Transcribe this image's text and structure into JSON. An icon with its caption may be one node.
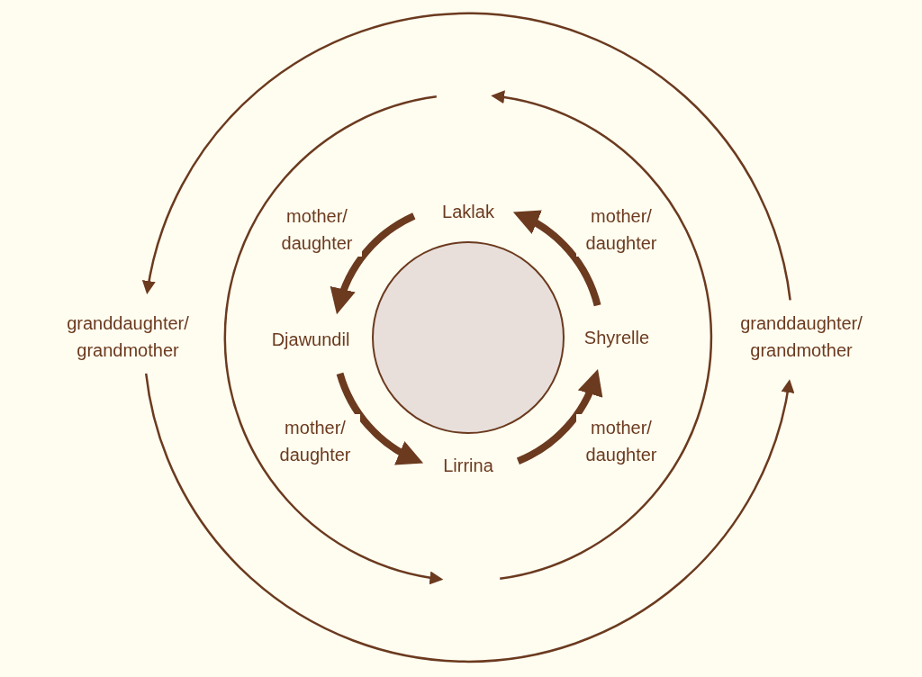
{
  "diagram": {
    "nodes": [
      {
        "text": [],
        "shape": "circle"
      },
      {
        "text": [
          "Laklak"
        ]
      },
      {
        "text": [
          "Djawundil"
        ]
      },
      {
        "text": [
          "Lirrina"
        ]
      },
      {
        "text": [
          "Shyrelle"
        ]
      },
      {
        "text": [
          "granddaughter/ grandmother"
        ]
      },
      {
        "text": [
          "granddaughter/ grandmother"
        ]
      }
    ],
    "edges": [
      {
        "from": 1,
        "to": 2,
        "arrow": "to",
        "label": "mother/ daughter"
      },
      {
        "from": 2,
        "to": 3,
        "arrow": "to",
        "label": "mother/ daughter"
      },
      {
        "from": 3,
        "to": 4,
        "arrow": "to",
        "label": "mother/ daughter"
      },
      {
        "from": 4,
        "to": 1,
        "arrow": "to",
        "label": "mother/ daughter"
      },
      {
        "from": 6,
        "to": 5,
        "arrow": "to"
      },
      {
        "from": 5,
        "to": 6,
        "arrow": "to"
      }
    ]
  }
}
